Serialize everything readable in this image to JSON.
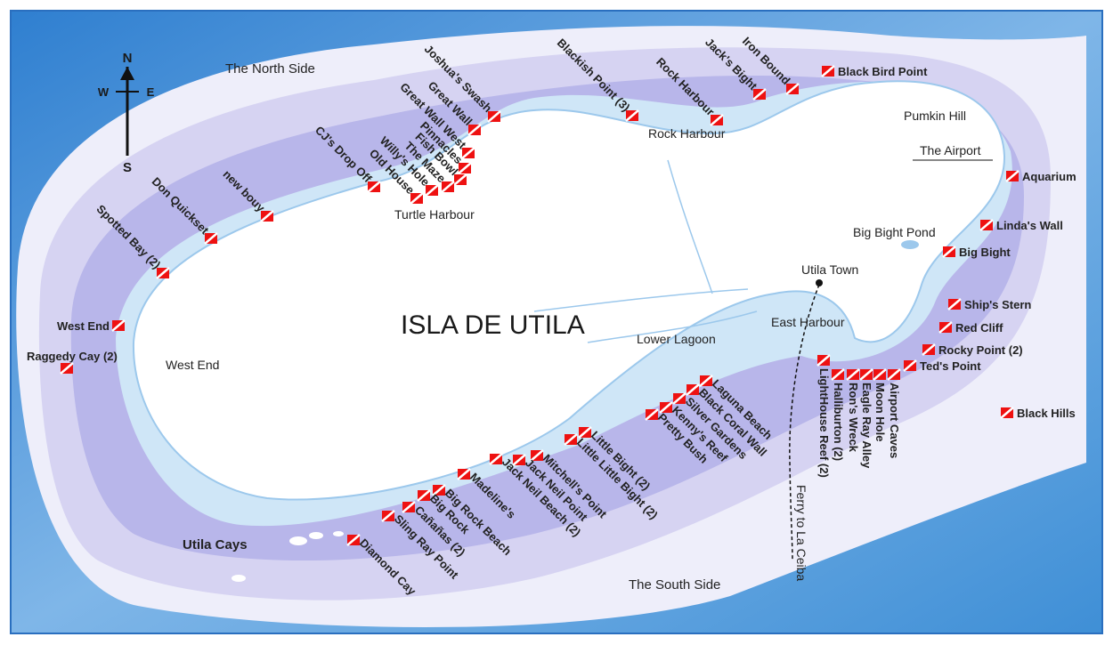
{
  "colors": {
    "ocean": "#3f8fd6",
    "band_outer": "#e6e6f7",
    "band_mid": "#c9c6ef",
    "band_inner": "#a9a8e6",
    "shallow": "#cfe6f7",
    "land": "#ffffff",
    "flag_red": "#ee1111"
  },
  "title": "ISLA DE UTILA",
  "compass": {
    "n": "N",
    "s": "S",
    "w": "W",
    "e": "E"
  },
  "places": {
    "north_side": "The North Side",
    "south_side": "The South Side",
    "rock_harbour": "Rock Harbour",
    "turtle_harbour": "Turtle Harbour",
    "pumkin_hill": "Pumkin Hill",
    "airport": "The Airport",
    "big_bight_pond": "Big Bight Pond",
    "utila_town": "Utila Town",
    "east_harbour": "East Harbour",
    "lower_lagoon": "Lower Lagoon",
    "west_end": "West End",
    "utila_cays": "Utila Cays",
    "ferry": "Ferry to La Ceiba"
  },
  "dive_site_icon": "dive-flag-icon",
  "dive_sites": [
    "Joshua's Swash",
    "Great Wall",
    "Great Wall West",
    "Pinnacles",
    "Fish Bowl",
    "The Maze",
    "Willy's Hole",
    "Old House",
    "CJ's Drop Off",
    "new bouy",
    "Don Quickset",
    "Spotted Bay (2)",
    "West End",
    "Raggedy Cay (2)",
    "Blackish Point (3)",
    "Rock Harbour",
    "Jack's Bight",
    "Iron Bound",
    "Black Bird Point",
    "Aquarium",
    "Linda's Wall",
    "Big Bight",
    "Ship's Stern",
    "Red Cliff",
    "Rocky Point (2)",
    "Ted's Point",
    "Black Hills",
    "LightHouse Reef (2)",
    "Halliburton (2)",
    "Ron's Wreck",
    "Eagle Ray Alley",
    "Moon Hole",
    "Airport Caves",
    "Laguna Beach",
    "Black Coral Wall",
    "Silver Gardens",
    "Kenny's Reef",
    "Pretty Bush",
    "Little Bight (2)",
    "Little Little Bight (2)",
    "Mitchell's Point",
    "Jack Neil Point",
    "Jack Neil Beach (2)",
    "Madeline's",
    "Big Rock Beach",
    "Big Rock",
    "Cañañas (2)",
    "Sling Ray Point",
    "Diamond Cay"
  ]
}
